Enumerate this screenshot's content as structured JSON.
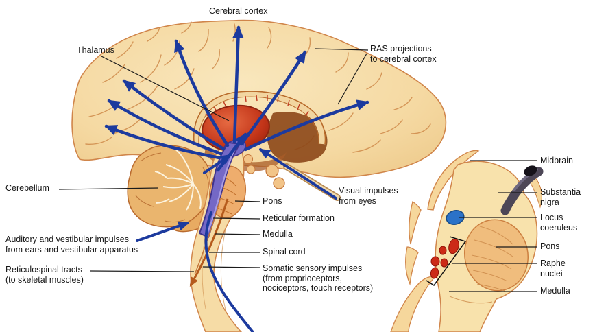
{
  "colors": {
    "arrow-blue": "#1c3a9e",
    "arrow-orange": "#b55a1c",
    "thalamus-red": "#c23418",
    "rf-purple": "#7468c6",
    "rf-purple-dark": "#3f338c",
    "cortex-beige": "#f5d9a2",
    "outline-orange": "#d0854a",
    "sulci-orange": "#cf8a4a",
    "cerebellum-tan": "#eab56e",
    "pons-tan": "#eead6d",
    "substantia-gray": "#4d4757",
    "locus-blue": "#2b72c8",
    "raphe-red": "#cc2a17",
    "leader-black": "#1a1a1a",
    "brown-dark": "#8c4718",
    "tan-dark": "#a85c28"
  },
  "main": {
    "labels": {
      "cerebral_cortex": "Cerebral cortex",
      "thalamus": "Thalamus",
      "ras_projections": "RAS projections\nto cerebral cortex",
      "cerebellum": "Cerebellum",
      "pons": "Pons",
      "reticular_formation": "Reticular formation",
      "medulla": "Medulla",
      "spinal_cord": "Spinal cord",
      "somatic_sensory": "Somatic sensory impulses\n(from proprioceptors,\nnociceptors, touch receptors)",
      "visual_impulses": "Visual impulses\nfrom eyes",
      "auditory_impulses": "Auditory and vestibular impulses\nfrom ears and vestibular apparatus",
      "reticulospinal": "Reticulospinal tracts\n(to skeletal muscles)"
    }
  },
  "inset": {
    "labels": {
      "midbrain": "Midbrain",
      "substantia_nigra": "Substantia\nnigra",
      "locus_coeruleus": "Locus\ncoeruleus",
      "pons": "Pons",
      "raphe_nuclei": "Raphe\nnuclei",
      "medulla": "Medulla"
    }
  }
}
